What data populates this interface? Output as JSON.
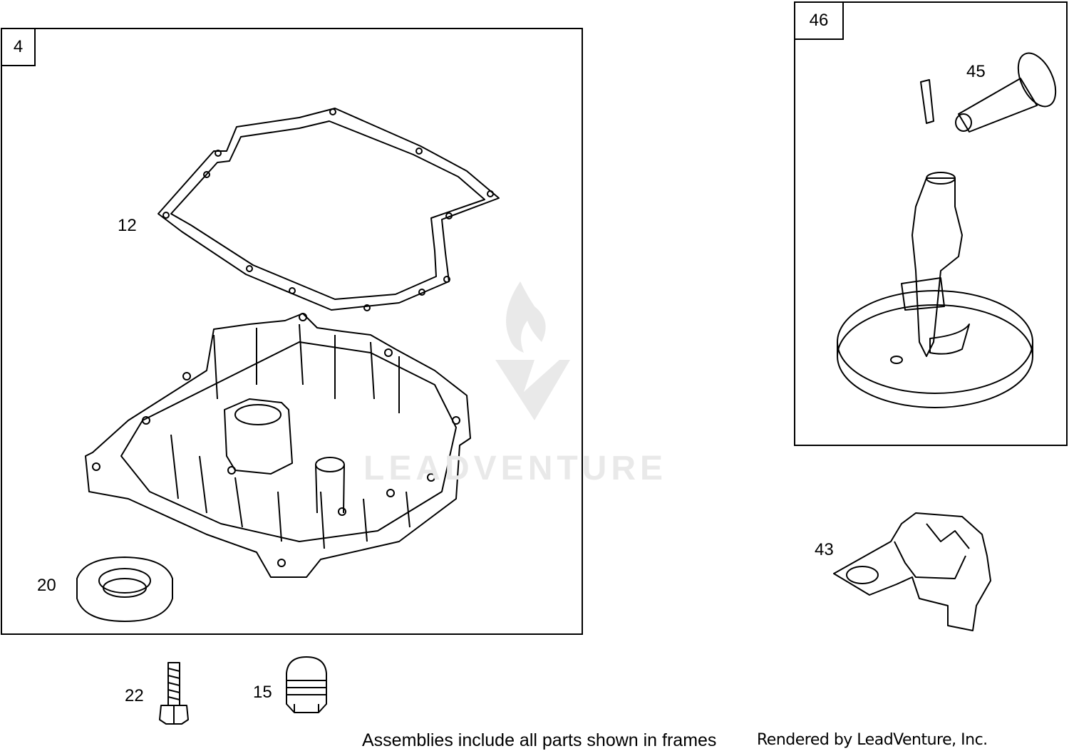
{
  "frames": {
    "left": {
      "tag": "4"
    },
    "right": {
      "tag": "46"
    }
  },
  "callouts": {
    "gasket": "12",
    "oil_seal": "20",
    "bolt": "22",
    "plug": "15",
    "camshaft_sleeve": "45",
    "governor": "43"
  },
  "footer": {
    "note": "Assemblies include all parts shown in frames",
    "credit": "Rendered by LeadVenture, Inc."
  },
  "watermark": {
    "logo": "LEADVENTURE",
    "icon": "flame-v-logo-icon"
  }
}
